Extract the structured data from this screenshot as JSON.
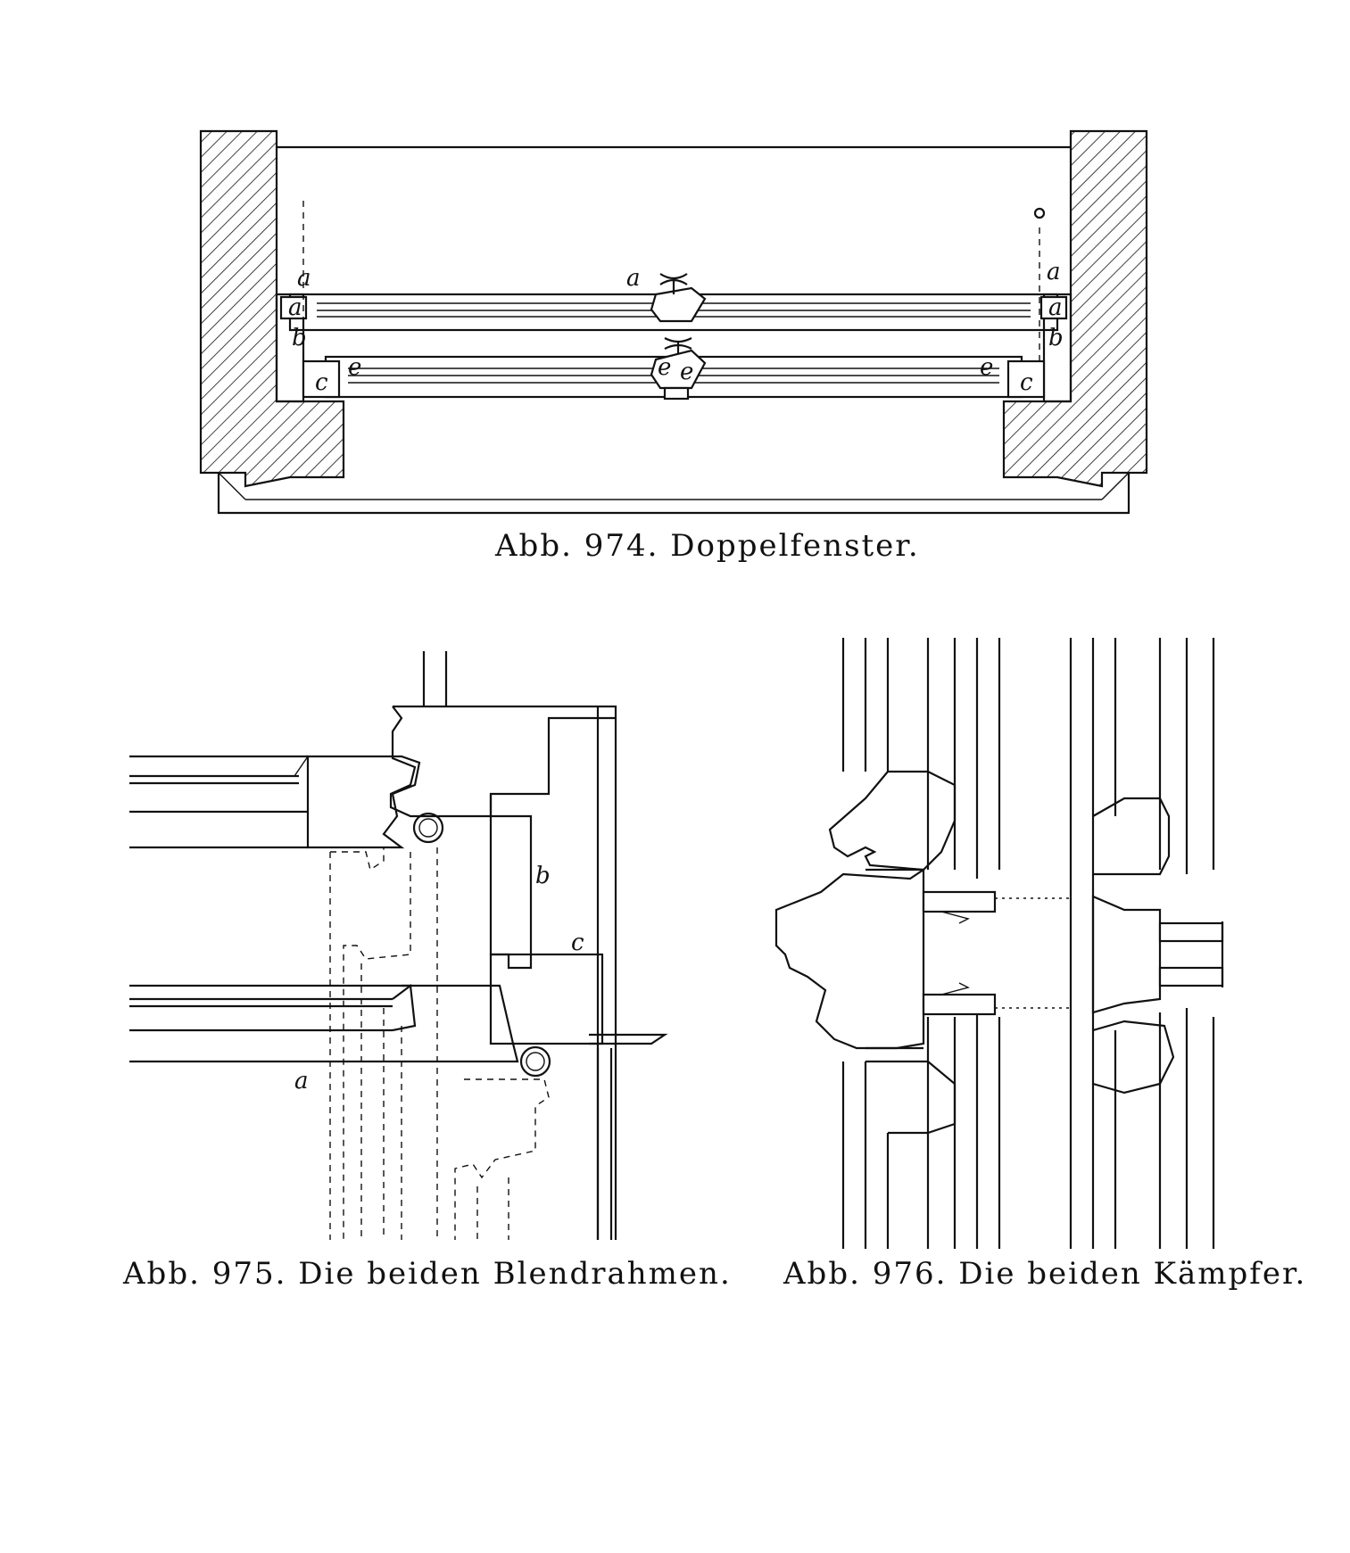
{
  "figures": [
    {
      "id": "974",
      "caption": "Abb. 974. Doppelfenster.",
      "labels": [
        "a",
        "a",
        "a",
        "a",
        "a",
        "b",
        "b",
        "c",
        "c",
        "e",
        "e",
        "e",
        "e",
        "o"
      ]
    },
    {
      "id": "975",
      "caption": "Abb. 975. Die beiden Blendrahmen.",
      "labels": [
        "a",
        "b",
        "c"
      ]
    },
    {
      "id": "976",
      "caption": "Abb. 976. Die beiden Kämpfer.",
      "labels": []
    }
  ],
  "colors": {
    "ink": "#111111",
    "paper": "#ffffff"
  }
}
